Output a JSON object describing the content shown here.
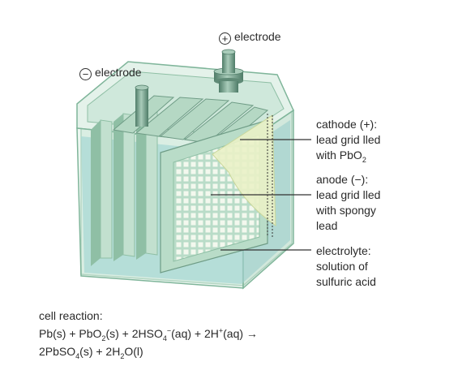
{
  "labels": {
    "pos_sign": "+",
    "pos_electrode": "electrode",
    "neg_sign": "−",
    "neg_electrode": "electrode",
    "cathode_lines": [
      "cathode (+):",
      "lead grid  lled"
    ],
    "cathode_with": "with PbO",
    "cathode_with_sub": "2",
    "anode_lines": [
      "anode (−):",
      "lead grid  lled",
      "with spongy",
      "lead"
    ],
    "electrolyte_lines": [
      "electrolyte:",
      "solution of",
      "sulfuric acid"
    ]
  },
  "reaction": {
    "heading": "cell reaction:",
    "line1": {
      "p1": "Pb(s) + PbO",
      "s1": "2",
      "p2": "(s) + 2HSO",
      "s2": "4",
      "sup1": "−",
      "p3": "(aq) + 2H",
      "sup2": "+",
      "p4": "(aq) →"
    },
    "line2": {
      "p1": "2PbSO",
      "s1": "4",
      "p2": "(s) + 2H",
      "s2": "2",
      "p3": "O(l)"
    }
  },
  "colors": {
    "case_stroke": "#7fb59a",
    "case_fill": "#d6ece0",
    "electrolyte": "#a8d8d4",
    "plate": "#c2e0cf",
    "plate_dark": "#8fbfa5",
    "grid": "#f3f8ee",
    "paste": "#eaf1c6",
    "terminal": "#6f9c86",
    "leader": "#333333"
  }
}
